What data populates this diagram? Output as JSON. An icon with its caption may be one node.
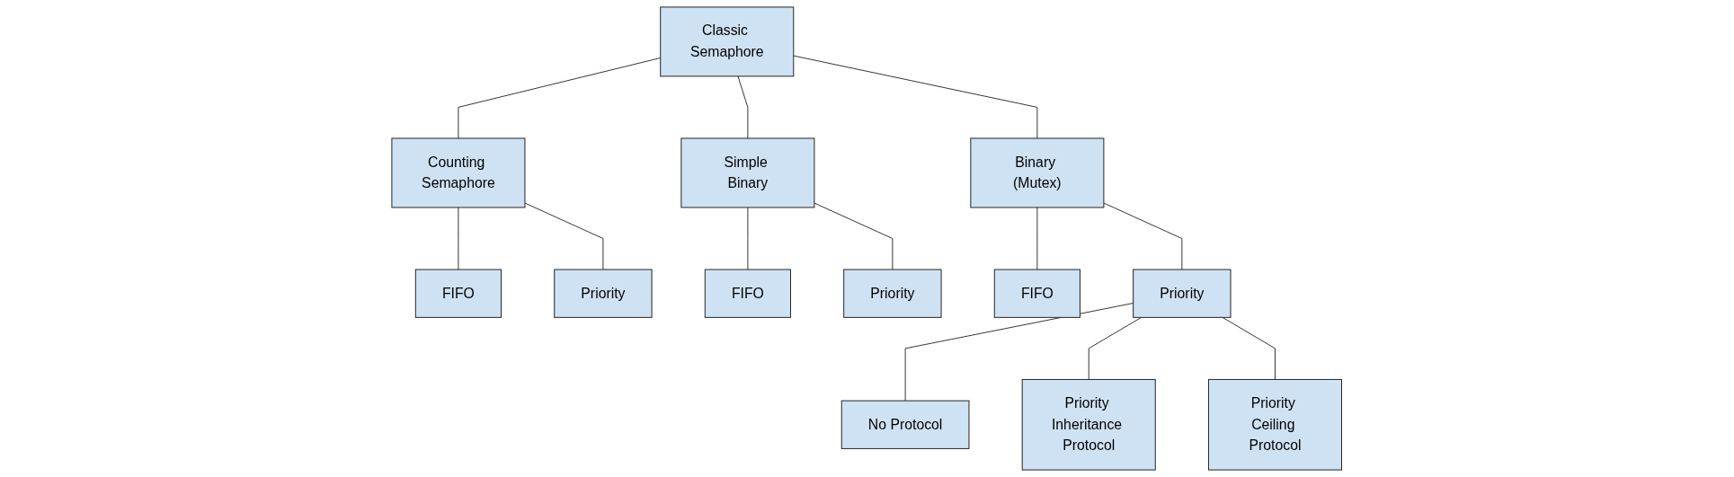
{
  "diagram": {
    "nodes": [
      {
        "text": [
          "Classic Semaphore"
        ]
      },
      {
        "text": [
          "Counting Semaphore"
        ]
      },
      {
        "text": [
          "Simple Binary"
        ]
      },
      {
        "text": [
          "Binary (Mutex)"
        ]
      },
      {
        "text": [
          "FIFO"
        ]
      },
      {
        "text": [
          "Priority"
        ]
      },
      {
        "text": [
          "FIFO"
        ]
      },
      {
        "text": [
          "Priority"
        ]
      },
      {
        "text": [
          "FIFO"
        ]
      },
      {
        "text": [
          "Priority"
        ]
      },
      {
        "text": [
          "No Protocol"
        ]
      },
      {
        "text": [
          "Priority Inheritance Protocol"
        ]
      },
      {
        "text": [
          "Priority Ceiling Protocol"
        ]
      }
    ],
    "edges": [
      {
        "from": 0,
        "to": 1,
        "arrow": "none"
      },
      {
        "from": 0,
        "to": 2,
        "arrow": "none"
      },
      {
        "from": 0,
        "to": 3,
        "arrow": "none"
      },
      {
        "from": 1,
        "to": 4,
        "arrow": "none"
      },
      {
        "from": 1,
        "to": 5,
        "arrow": "none"
      },
      {
        "from": 2,
        "to": 6,
        "arrow": "none"
      },
      {
        "from": 2,
        "to": 7,
        "arrow": "none"
      },
      {
        "from": 3,
        "to": 8,
        "arrow": "none"
      },
      {
        "from": 3,
        "to": 9,
        "arrow": "none"
      },
      {
        "from": 9,
        "to": 10,
        "arrow": "none"
      },
      {
        "from": 9,
        "to": 11,
        "arrow": "none"
      },
      {
        "from": 9,
        "to": 12,
        "arrow": "none"
      }
    ]
  }
}
